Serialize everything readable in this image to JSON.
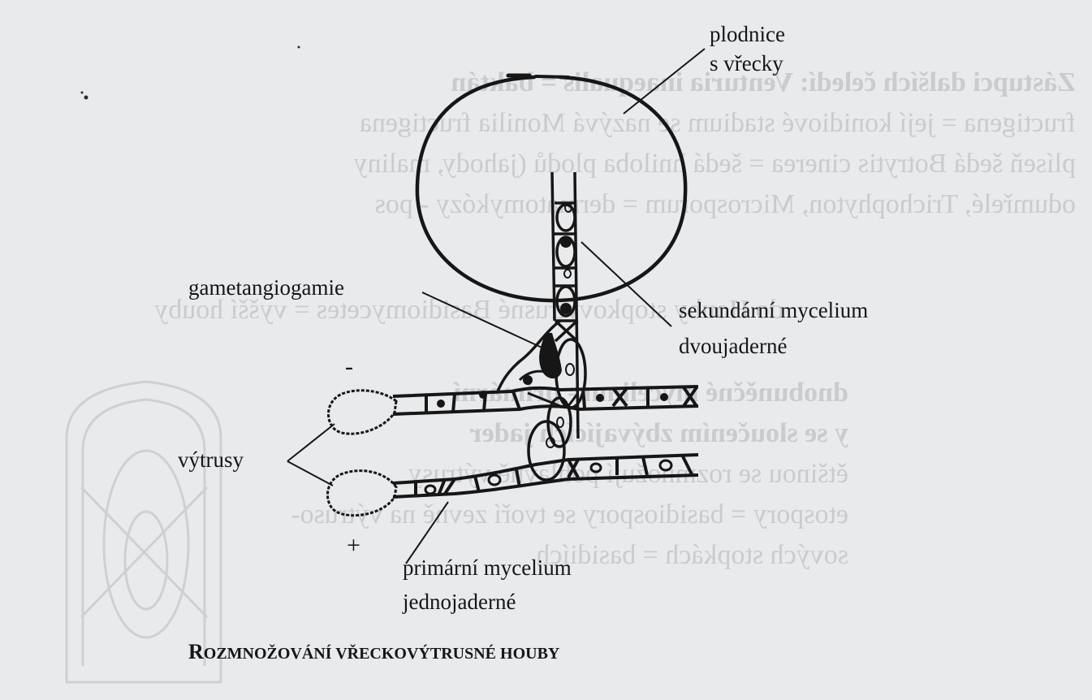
{
  "labels": {
    "fruiting_body_line1": "plodnice",
    "fruiting_body_line2": "s vřecky",
    "gametangiogamy": "gametangiogamie",
    "secondary_line1": "sekundární mycelium",
    "secondary_line2": "dvoujaderné",
    "spores": "výtrusy",
    "primary_line1": "primární mycelium",
    "primary_line2": "jednojaderné",
    "minus_sign": "-",
    "plus_sign": "+"
  },
  "caption": {
    "initial": "R",
    "rest": "OZMNOŽOVÁNÍ VŘECKOVÝTRUSNÉ HOUBY"
  },
  "bleed_through": [
    "Zástupci dalších čeledí: Venturia inaequalis = baktán",
    "fructigena = její konidiové stadium se nazývá Monilia fructigena",
    "plíseň šedá Botrytis cinerea = šedá hniloba plodů (jahody, maliny",
    "odumřelé, Trichophyton, Microsporum = dermatomykózy - pos",
    "do Houby stopkovýtrusné Basidiomycetes = vyšší houby",
    "dnobuněčné mycelium - primární",
    "y se sloučením zbývajících jader",
    "ětšinou se rozmnožují pohlavně výtrusy",
    "etospory = basidiospory se tvoří zevně na výtruso-",
    "sových stopkách = basidiích"
  ],
  "colors": {
    "paper": "#e9eaec",
    "ink": "#161616",
    "bleed": "#c9cbcf"
  }
}
